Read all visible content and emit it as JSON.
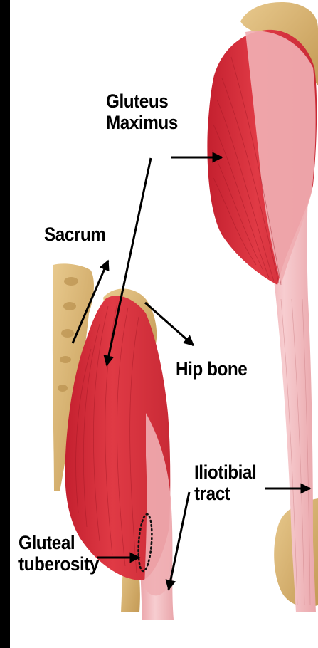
{
  "labels": {
    "gluteus_maximus": [
      "Gluteus",
      "Maximus"
    ],
    "sacrum": "Sacrum",
    "hip_bone": "Hip bone",
    "iliotibial_tract": [
      "Iliotibial",
      "tract"
    ],
    "gluteal_tuberosity": [
      "Gluteal",
      "tuberosity"
    ]
  },
  "colors": {
    "muscle_red": "#d92d3a",
    "muscle_dark": "#b01e2c",
    "tendon_pink": "#f1b5b8",
    "bone": "#dcb678",
    "bone_shadow": "#b8904e",
    "left_border": "#000000"
  }
}
